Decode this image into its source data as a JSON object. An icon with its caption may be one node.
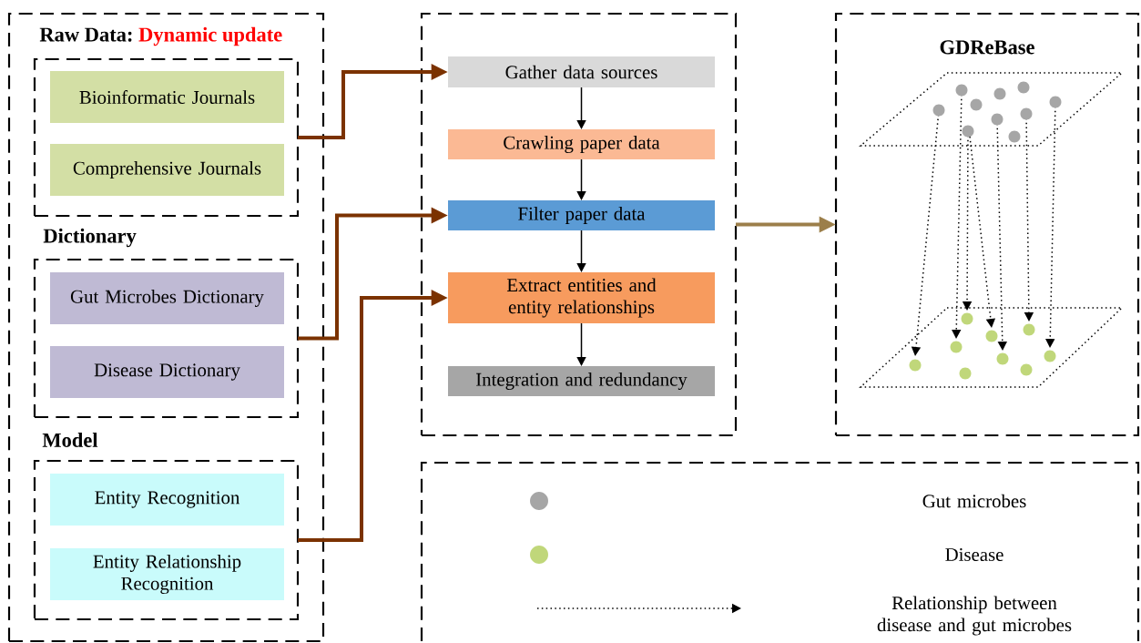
{
  "diagram": {
    "nodes": [
      {
        "text": [],
        "shape": "box"
      },
      {
        "text": [
          "Raw Data:",
          "Dynamic update"
        ],
        "in": 0
      },
      {
        "text": [
          "Bioinformatic Journals"
        ],
        "in": 1
      },
      {
        "text": [
          "Comprehensive Journals"
        ],
        "in": 1
      },
      {
        "text": [
          "Dictionary"
        ],
        "in": 0
      },
      {
        "text": [
          "Gut Microbes Dictionary"
        ],
        "in": 4
      },
      {
        "text": [
          "Disease Dictionary"
        ],
        "in": 4
      },
      {
        "text": [
          "Model"
        ],
        "in": 0
      },
      {
        "text": [
          "Entity Recognition"
        ],
        "in": 7
      },
      {
        "text": [
          "Entity Relationship Recognition"
        ],
        "in": 7
      },
      {
        "text": [],
        "shape": "box"
      },
      {
        "text": [
          "Gather data sources"
        ],
        "in": 10
      },
      {
        "text": [
          "Crawling paper data"
        ],
        "in": 10
      },
      {
        "text": [
          "Filter paper data"
        ],
        "in": 10
      },
      {
        "text": [
          "Extract entities and entity relationships"
        ],
        "in": 10
      },
      {
        "text": [
          "Integration and redundancy"
        ],
        "in": 10
      },
      {
        "text": [
          "GDReBase"
        ]
      }
    ],
    "edges": [
      {
        "from": 1,
        "to": 11,
        "arrow": "to",
        "style": "thick",
        "color": "#7b3200"
      },
      {
        "from": 11,
        "to": 12,
        "arrow": "to"
      },
      {
        "from": 12,
        "to": 13,
        "arrow": "to"
      },
      {
        "from": 4,
        "to": 13,
        "arrow": "to",
        "style": "thick",
        "color": "#7b3200"
      },
      {
        "from": 13,
        "to": 14,
        "arrow": "to"
      },
      {
        "from": 7,
        "to": 14,
        "arrow": "to",
        "style": "thick",
        "color": "#7b3200"
      },
      {
        "from": 14,
        "to": 15,
        "arrow": "to"
      },
      {
        "from": 10,
        "to": 16,
        "arrow": "to",
        "style": "thick",
        "color": "#9c7f4a"
      }
    ],
    "legend": [
      {
        "text": "Gut microbes",
        "color": "#a6a6a6"
      },
      {
        "text": "Disease",
        "color": "#c0d77a"
      },
      {
        "text": "Relationship between disease and gut microbes"
      }
    ]
  }
}
